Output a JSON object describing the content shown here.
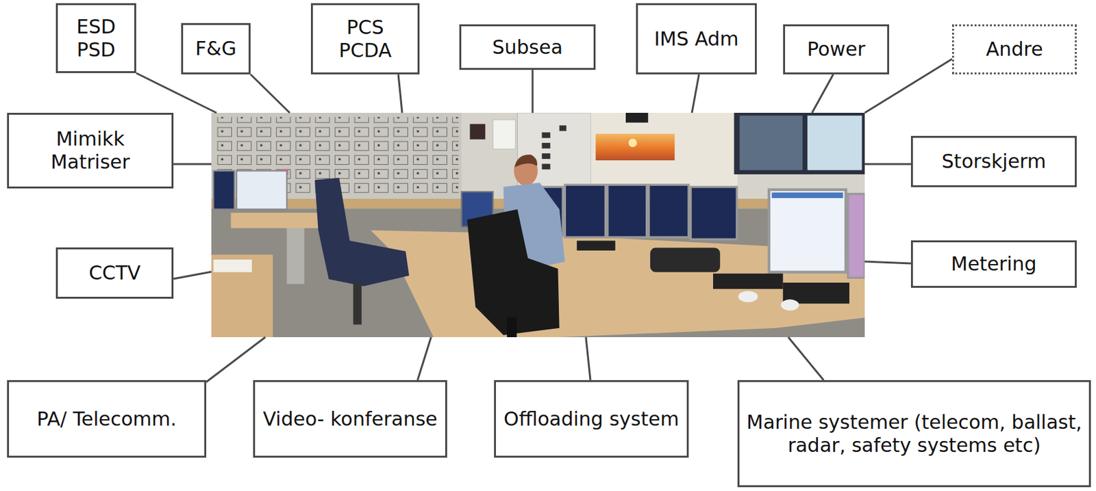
{
  "diagram": {
    "nodes": [
      {
        "text": [
          "ESD PSD"
        ]
      },
      {
        "text": [
          "F&G"
        ]
      },
      {
        "text": [
          "PCS PCDA"
        ]
      },
      {
        "text": [
          "Subsea"
        ]
      },
      {
        "text": [
          "IMS Adm"
        ]
      },
      {
        "text": [
          "Power"
        ]
      },
      {
        "text": [
          "Andre"
        ]
      },
      {
        "text": [
          "Mimikk Matriser"
        ]
      },
      {
        "text": [
          "Storskjerm"
        ]
      },
      {
        "text": [
          "CCTV"
        ]
      },
      {
        "text": [
          "Metering"
        ]
      },
      {
        "text": [
          "PA/ Telecomm."
        ]
      },
      {
        "text": [
          "Video- konferanse"
        ]
      },
      {
        "text": [
          "Offloading system"
        ]
      },
      {
        "text": [
          "Marine systemer (telecom, ballast, radar, safety systems etc)"
        ]
      }
    ]
  }
}
